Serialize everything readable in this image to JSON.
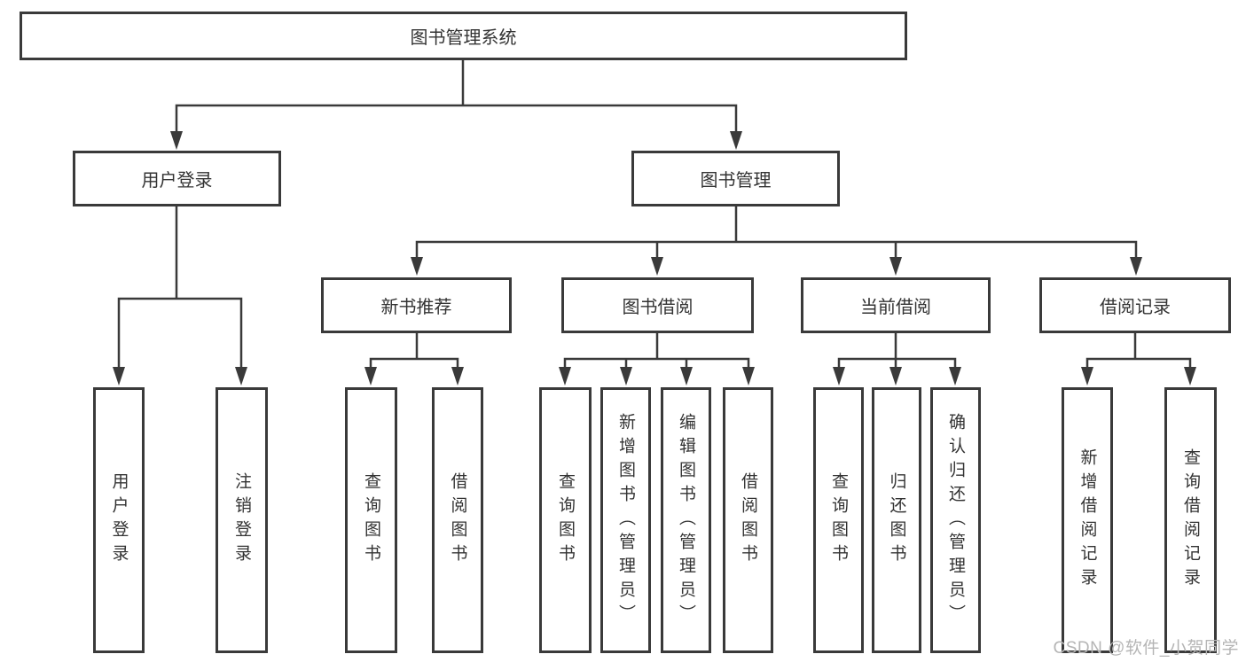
{
  "diagram": {
    "root": "图书管理系统",
    "l2": {
      "user_login": "用户登录",
      "book_mgmt": "图书管理"
    },
    "l3": {
      "new_book": "新书推荐",
      "book_borrow": "图书借阅",
      "current_borrow": "当前借阅",
      "borrow_record": "借阅记录"
    },
    "leaves": {
      "user_login": "用户登录",
      "logout": "注销登录",
      "nb_query": "查询图书",
      "nb_borrow": "借阅图书",
      "bb_query": "查询图书",
      "bb_add": "新增图书（管理员）",
      "bb_edit": "编辑图书（管理员）",
      "bb_borrow": "借阅图书",
      "cb_query": "查询图书",
      "cb_return": "归还图书",
      "cb_confirm": "确认归还（管理员）",
      "br_add": "新增借阅记录",
      "br_query": "查询借阅记录"
    }
  },
  "watermark": "CSDN @软件_小贺同学",
  "colors": {
    "line": "#3a3a3a",
    "text": "#333333",
    "wm": "#b5b5b5",
    "bg": "#ffffff"
  }
}
